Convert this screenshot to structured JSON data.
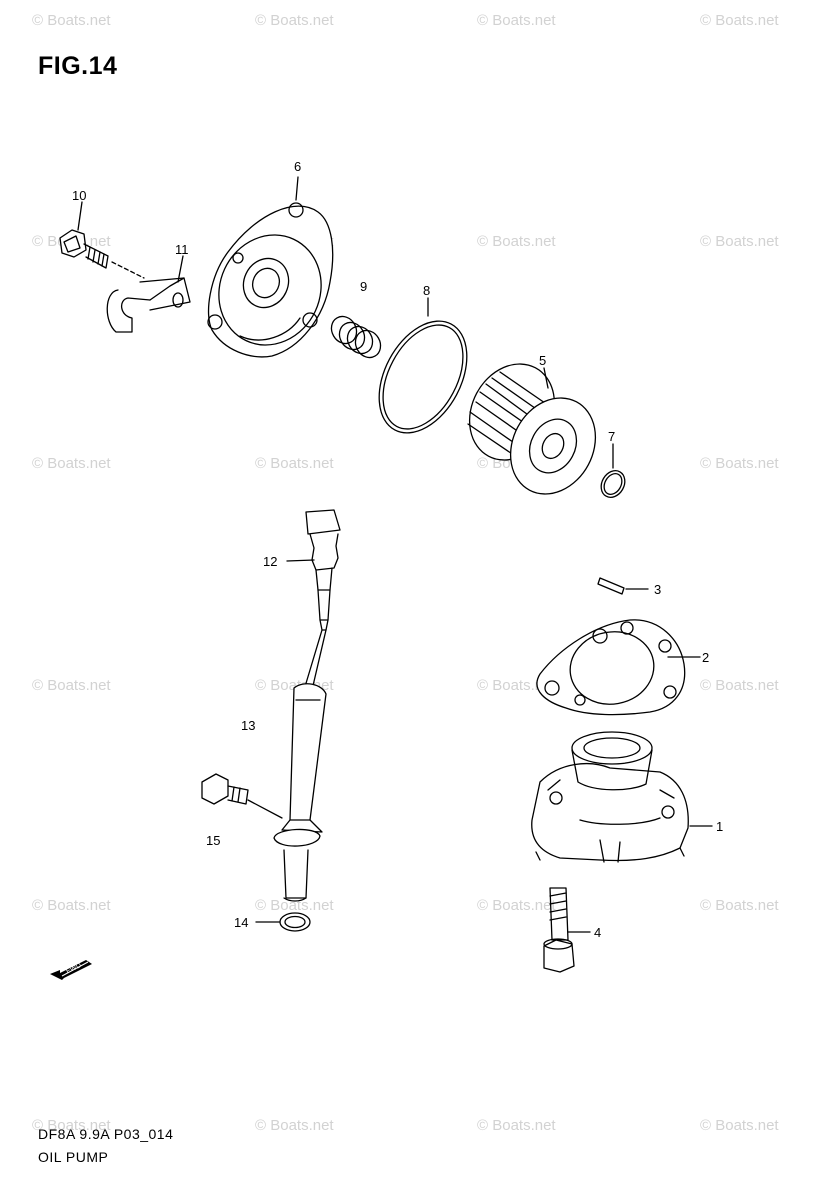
{
  "figure": {
    "title": "FIG.14"
  },
  "watermark": {
    "text": "© Boats.net"
  },
  "callouts": {
    "c1": "1",
    "c2": "2",
    "c3": "3",
    "c4": "4",
    "c5": "5",
    "c6": "6",
    "c7": "7",
    "c8": "8",
    "c9": "9",
    "c10": "10",
    "c11": "11",
    "c12": "12",
    "c13": "13",
    "c14": "14",
    "c15": "15"
  },
  "fwd_label": "FWD",
  "footer": {
    "code": "DF8A 9.9A P03_014",
    "name": "OIL PUMP"
  }
}
